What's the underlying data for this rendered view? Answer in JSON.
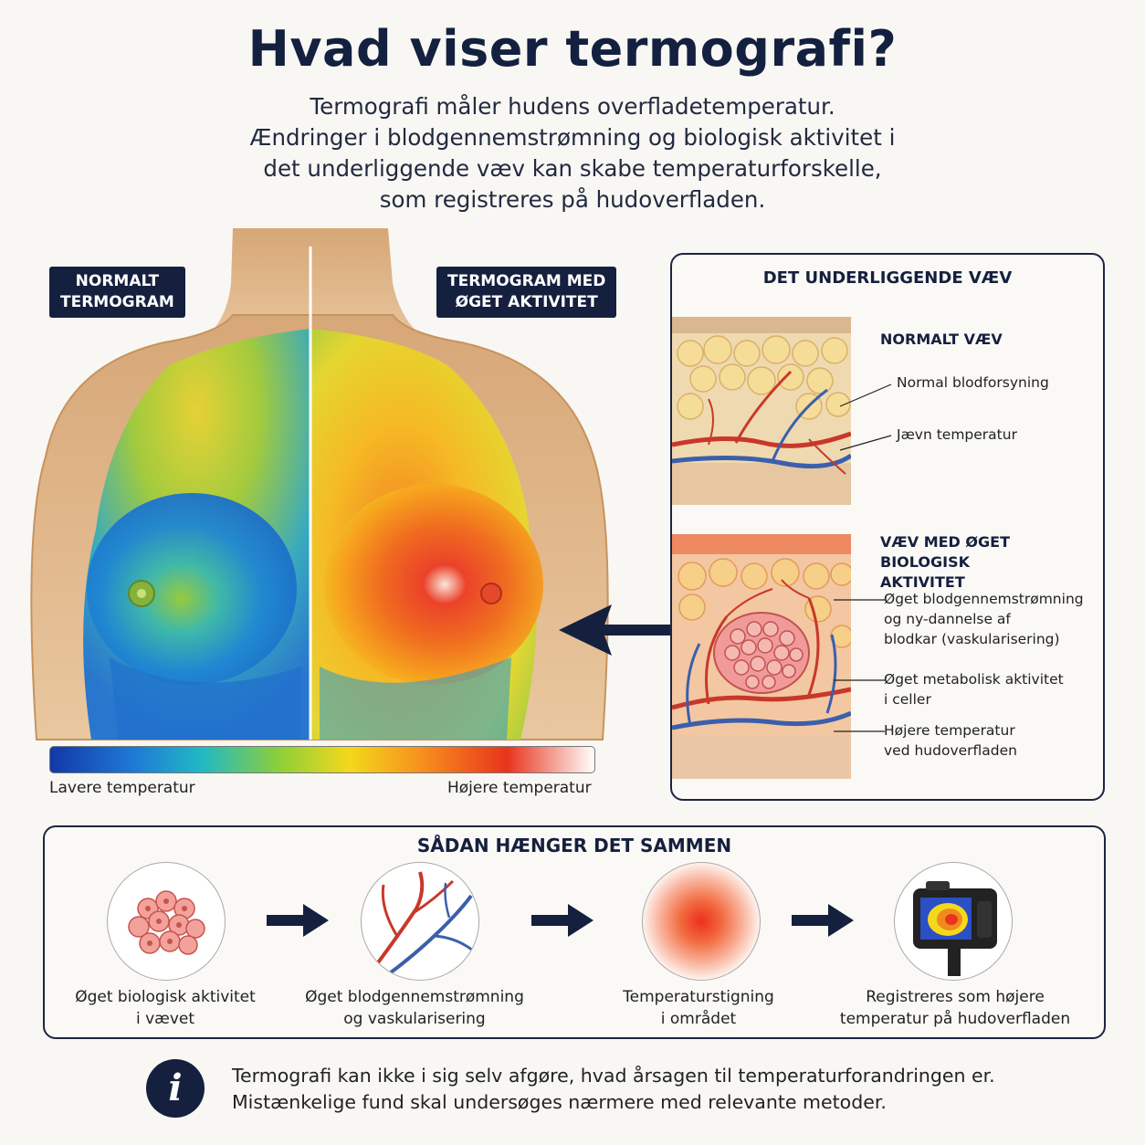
{
  "title": "Hvad viser termografi?",
  "intro_lines": [
    "Termografi måler hudens overfladetemperatur.",
    "Ændringer i blodgennemstrømning og biologisk aktivitet i",
    "det underliggende væv kan skabe temperaturforskelle,",
    "som registreres på hudoverfladen."
  ],
  "thermogram": {
    "normal_label_lines": [
      "NORMALT",
      "TERMOGRAM"
    ],
    "active_label_lines": [
      "TERMOGRAM MED",
      "ØGET AKTIVITET"
    ],
    "scale_low": "Lavere temperatur",
    "scale_high": "Højere temperatur"
  },
  "tissue": {
    "title": "DET UNDERLIGGENDE VÆV",
    "normal_title": "NORMALT VÆV",
    "normal_notes": [
      "Normal blodforsyning",
      "Jævn temperatur"
    ],
    "active_title_lines": [
      "VÆV MED ØGET BIOLOGISK",
      "AKTIVITET"
    ],
    "active_notes": [
      [
        "Øget blodgennemstrømning",
        "og ny-dannelse af",
        "blodkar (vaskularisering)"
      ],
      [
        "Øget metabolisk aktivitet",
        "i celler"
      ],
      [
        "Højere temperatur",
        "ved hudoverfladen"
      ]
    ]
  },
  "flow": {
    "title": "SÅDAN HÆNGER DET SAMMEN",
    "steps": [
      {
        "icon": "cell-cluster-icon",
        "lines": [
          "Øget biologisk aktivitet",
          "i vævet"
        ]
      },
      {
        "icon": "blood-vessels-icon",
        "lines": [
          "Øget blodgennemstrømning",
          "og vaskularisering"
        ]
      },
      {
        "icon": "heat-spot-icon",
        "lines": [
          "Temperaturstigning",
          "i området"
        ]
      },
      {
        "icon": "thermal-camera-icon",
        "lines": [
          "Registreres som højere",
          "temperatur på hudoverfladen"
        ]
      }
    ]
  },
  "footer": {
    "icon": "info-icon",
    "lines": [
      "Termografi kan ikke i sig selv afgøre, hvad årsagen til temperaturforandringen er.",
      "Mistænkelige fund skal undersøges nærmere med relevante metoder."
    ]
  },
  "colors": {
    "navy": "#15203e",
    "hot": "#e8341c",
    "cold": "#1e78d6"
  }
}
